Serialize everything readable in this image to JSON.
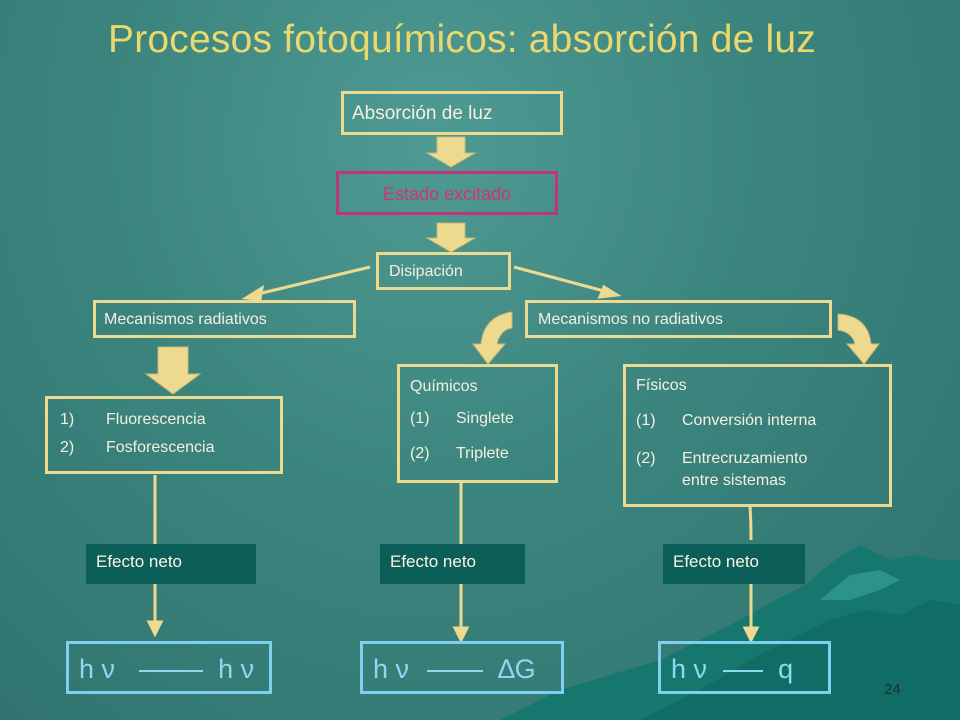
{
  "title": "Procesos fotoquímicos: absorción de luz",
  "nodes": {
    "absorcion": "Absorción de luz",
    "estado_excitado": "Estado excitado",
    "disipacion": "Disipación",
    "radiativos": "Mecanismos radiativos",
    "no_radiativos": "Mecanismos no radiativos"
  },
  "radiativos_list": [
    {
      "num": "1)",
      "text": "Fluorescencia"
    },
    {
      "num": "2)",
      "text": "Fosforescencia"
    }
  ],
  "quimicos": {
    "heading": "Químicos",
    "items": [
      {
        "num": "(1)",
        "text": "Singlete"
      },
      {
        "num": "(2)",
        "text": "Triplete"
      }
    ]
  },
  "fisicos": {
    "heading": "Físicos",
    "items": [
      {
        "num": "(1)",
        "text": "Conversión interna"
      },
      {
        "num": "(2)",
        "text": "Entrecruzamiento",
        "text2": "entre sistemas"
      }
    ]
  },
  "efecto_neto": [
    "Efecto neto",
    "Efecto neto",
    "Efecto neto"
  ],
  "equations": [
    {
      "left": "h ν",
      "right": "h ν"
    },
    {
      "left": "h ν",
      "right": "∆G"
    },
    {
      "left": "h ν",
      "right": "q"
    }
  ],
  "page_number": "24",
  "colors": {
    "background": "#3b847e",
    "title": "#e8d86d",
    "box_border": "#eeda8f",
    "excited_border": "#c0357a",
    "equation_border": "#7fd0ee",
    "effect_box": "#0c5e59"
  }
}
